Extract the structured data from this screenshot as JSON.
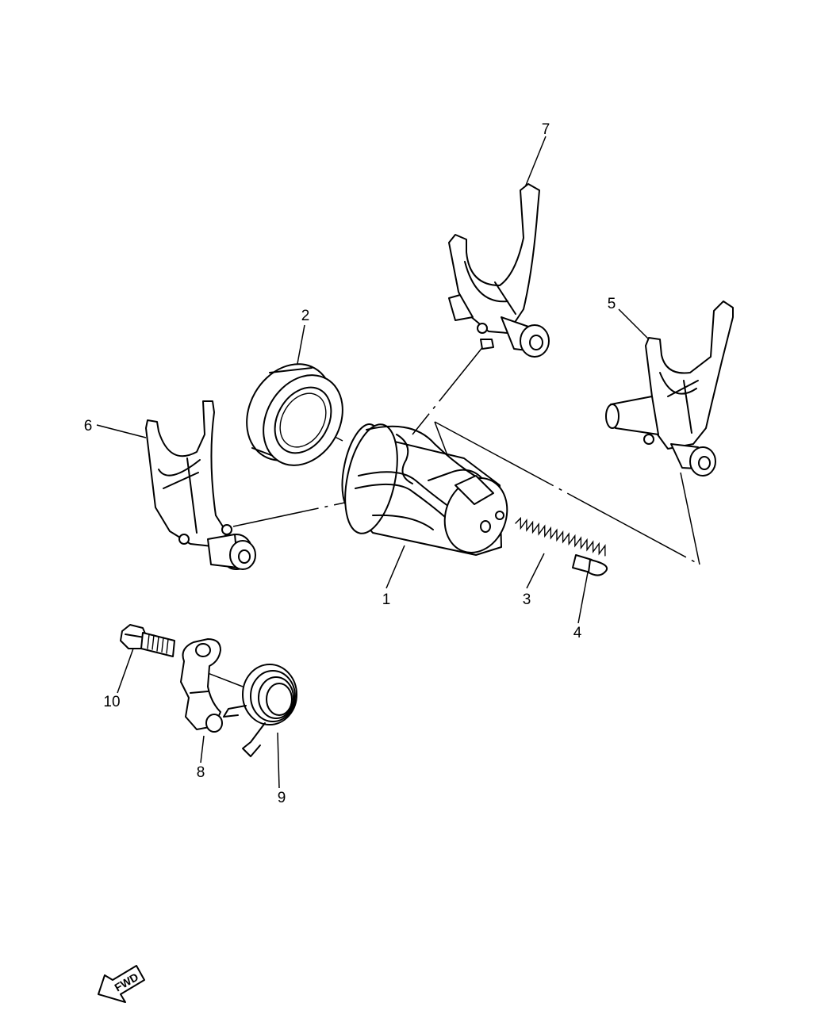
{
  "callouts": [
    {
      "id": "1",
      "label": "1"
    },
    {
      "id": "2",
      "label": "2"
    },
    {
      "id": "3",
      "label": "3"
    },
    {
      "id": "4",
      "label": "4"
    },
    {
      "id": "5",
      "label": "5"
    },
    {
      "id": "6",
      "label": "6"
    },
    {
      "id": "7",
      "label": "7"
    },
    {
      "id": "8",
      "label": "8"
    },
    {
      "id": "9",
      "label": "9"
    },
    {
      "id": "10",
      "label": "10"
    }
  ],
  "direction_marker": {
    "label": "FWD",
    "icon": "fwd-arrow-icon"
  },
  "colors": {
    "ink": "#000000",
    "paper": "#ffffff"
  }
}
